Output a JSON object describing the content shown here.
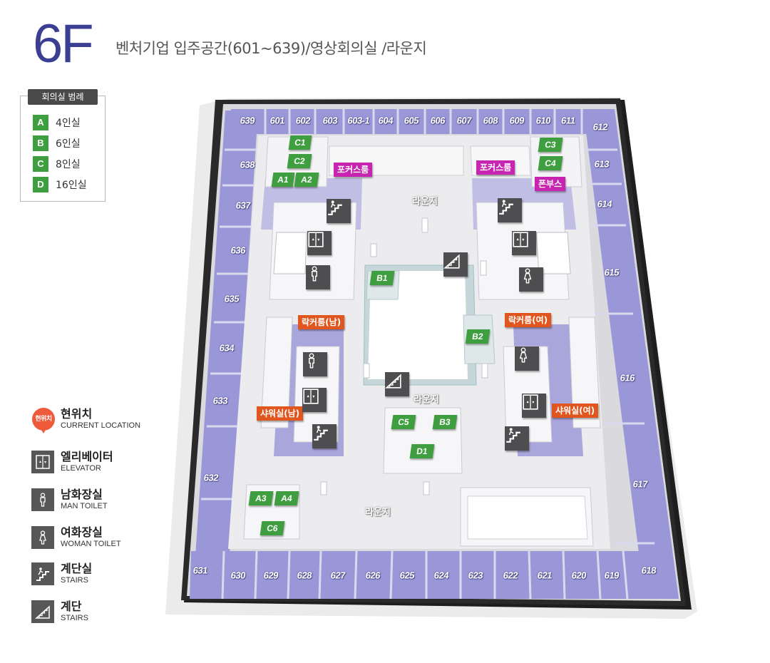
{
  "header": {
    "floor": "6F",
    "title": "벤처기업 입주공간(601~639)/영상회의실 /라운지"
  },
  "meeting_legend": {
    "title": "회의실 범례",
    "items": [
      {
        "code": "A",
        "label": "4인실"
      },
      {
        "code": "B",
        "label": "6인실"
      },
      {
        "code": "C",
        "label": "8인실"
      },
      {
        "code": "D",
        "label": "16인실"
      }
    ]
  },
  "icon_legend": {
    "current": {
      "badge": "현위치",
      "ko": "현위치",
      "en": "CURRENT LOCATION"
    },
    "elevator": {
      "ko": "엘리베이터",
      "en": "ELEVATOR"
    },
    "man_toilet": {
      "ko": "남화장실",
      "en": "MAN TOILET"
    },
    "woman_toilet": {
      "ko": "여화장실",
      "en": "WOMAN TOILET"
    },
    "stairs_room": {
      "ko": "계단실",
      "en": "STAIRS"
    },
    "stairs": {
      "ko": "계단",
      "en": "STAIRS"
    }
  },
  "rooms": {
    "r639": "639",
    "r601": "601",
    "r602": "602",
    "r603": "603",
    "r6031": "603-1",
    "r604": "604",
    "r605": "605",
    "r606": "606",
    "r607": "607",
    "r608": "608",
    "r609": "609",
    "r610": "610",
    "r611": "611",
    "r612": "612",
    "r613": "613",
    "r614": "614",
    "r615": "615",
    "r616": "616",
    "r617": "617",
    "r618": "618",
    "r619": "619",
    "r620": "620",
    "r621": "621",
    "r622": "622",
    "r623": "623",
    "r624": "624",
    "r625": "625",
    "r626": "626",
    "r627": "627",
    "r628": "628",
    "r629": "629",
    "r630": "630",
    "r631": "631",
    "r632": "632",
    "r633": "633",
    "r634": "634",
    "r635": "635",
    "r636": "636",
    "r637": "637",
    "r638": "638"
  },
  "meeting_rooms": {
    "a1": "A1",
    "a2": "A2",
    "a3": "A3",
    "a4": "A4",
    "b1": "B1",
    "b2": "B2",
    "b3": "B3",
    "c1": "C1",
    "c2": "C2",
    "c3": "C3",
    "c4": "C4",
    "c5": "C5",
    "c6": "C6",
    "d1": "D1"
  },
  "facilities": {
    "focus_left": "포커스룸",
    "focus_right": "포커스룸",
    "phone_booth": "폰부스",
    "locker_m": "락커룸(남)",
    "locker_w": "락커룸(여)",
    "shower_m": "샤워실(남)",
    "shower_w": "샤워실(여)"
  },
  "lounges": {
    "top": "라운지",
    "middle": "라운지",
    "bottom": "라운지"
  },
  "colors": {
    "floor_title": "#3a3f94",
    "meeting_room": "#3f9e3f",
    "focus_room": "#c724b1",
    "locker_shower": "#e0561e",
    "office": "#9a97d8",
    "icon_bg": "#4e4e50",
    "current_location": "#ef5a3a"
  },
  "icons": [
    "elevator-icon",
    "man-toilet-icon",
    "woman-toilet-icon",
    "stairs-room-icon",
    "stairs-icon",
    "location-pin-icon"
  ]
}
